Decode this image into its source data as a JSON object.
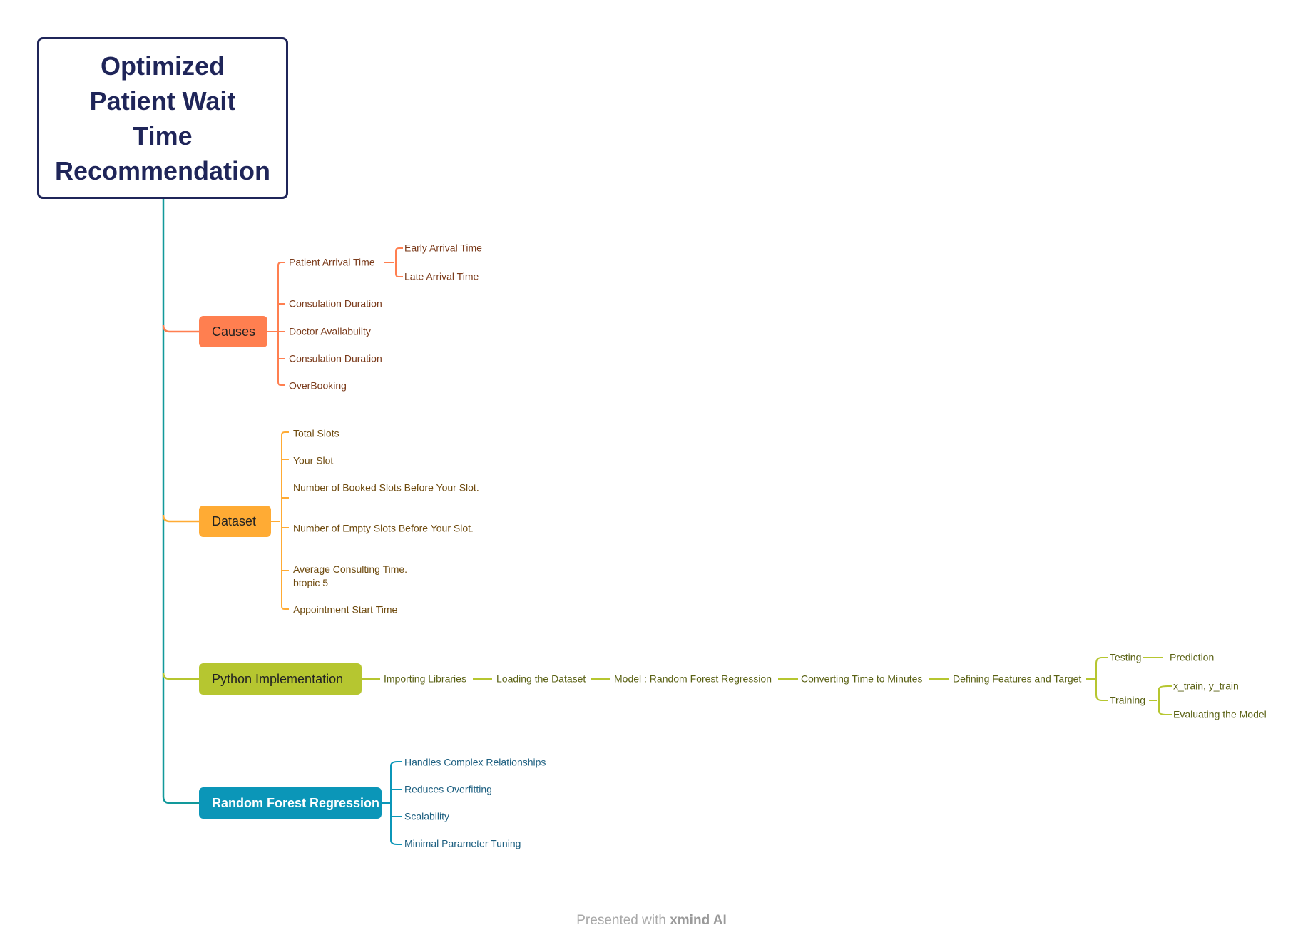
{
  "root": {
    "title": "Optimized\nPatient Wait\nTime\nRecommendation",
    "color": "#1f2559"
  },
  "colors": {
    "trunk": "#12999b",
    "causes": "#ff7f50",
    "dataset": "#ffab34",
    "python": "#b6c630",
    "rf": "#0b96b8"
  },
  "causes": {
    "label": "Causes",
    "items": {
      "arrival": "Patient Arrival Time",
      "early": "Early Arrival Time",
      "late": "Late Arrival Time",
      "consult1": "Consulation Duration",
      "doctor": "Doctor Avallabuilty",
      "consult2": "Consulation Duration",
      "overbooking": "OverBooking"
    }
  },
  "dataset": {
    "label": "Dataset",
    "items": {
      "total": "Total Slots",
      "your": "Your Slot",
      "booked": "Number of Booked Slots Before Your Slot.",
      "empty": "Number of Empty Slots Before Your Slot.",
      "avg_line1": "Average Consulting Time.",
      "avg_line2": "btopic 5",
      "start": "Appointment Start Time"
    }
  },
  "python": {
    "label": "Python Implementation",
    "steps": {
      "s1": "Importing Libraries",
      "s2": "Loading the Dataset",
      "s3": "Model : Random Forest  Regression",
      "s4": "Converting Time to Minutes",
      "s5": "Defining Features and Target",
      "testing": "Testing",
      "prediction": "Prediction",
      "training": "Training",
      "xtrain": "x_train, y_train",
      "evaluating": "Evaluating the Model"
    }
  },
  "rf": {
    "label": "Random Forest Regression",
    "items": {
      "r1": "Handles Complex Relationships",
      "r2": "Reduces Overfitting",
      "r3": "Scalability",
      "r4": "Minimal Parameter Tuning"
    }
  },
  "footer": {
    "prefix": "Presented with ",
    "brand": "xmind AI"
  }
}
